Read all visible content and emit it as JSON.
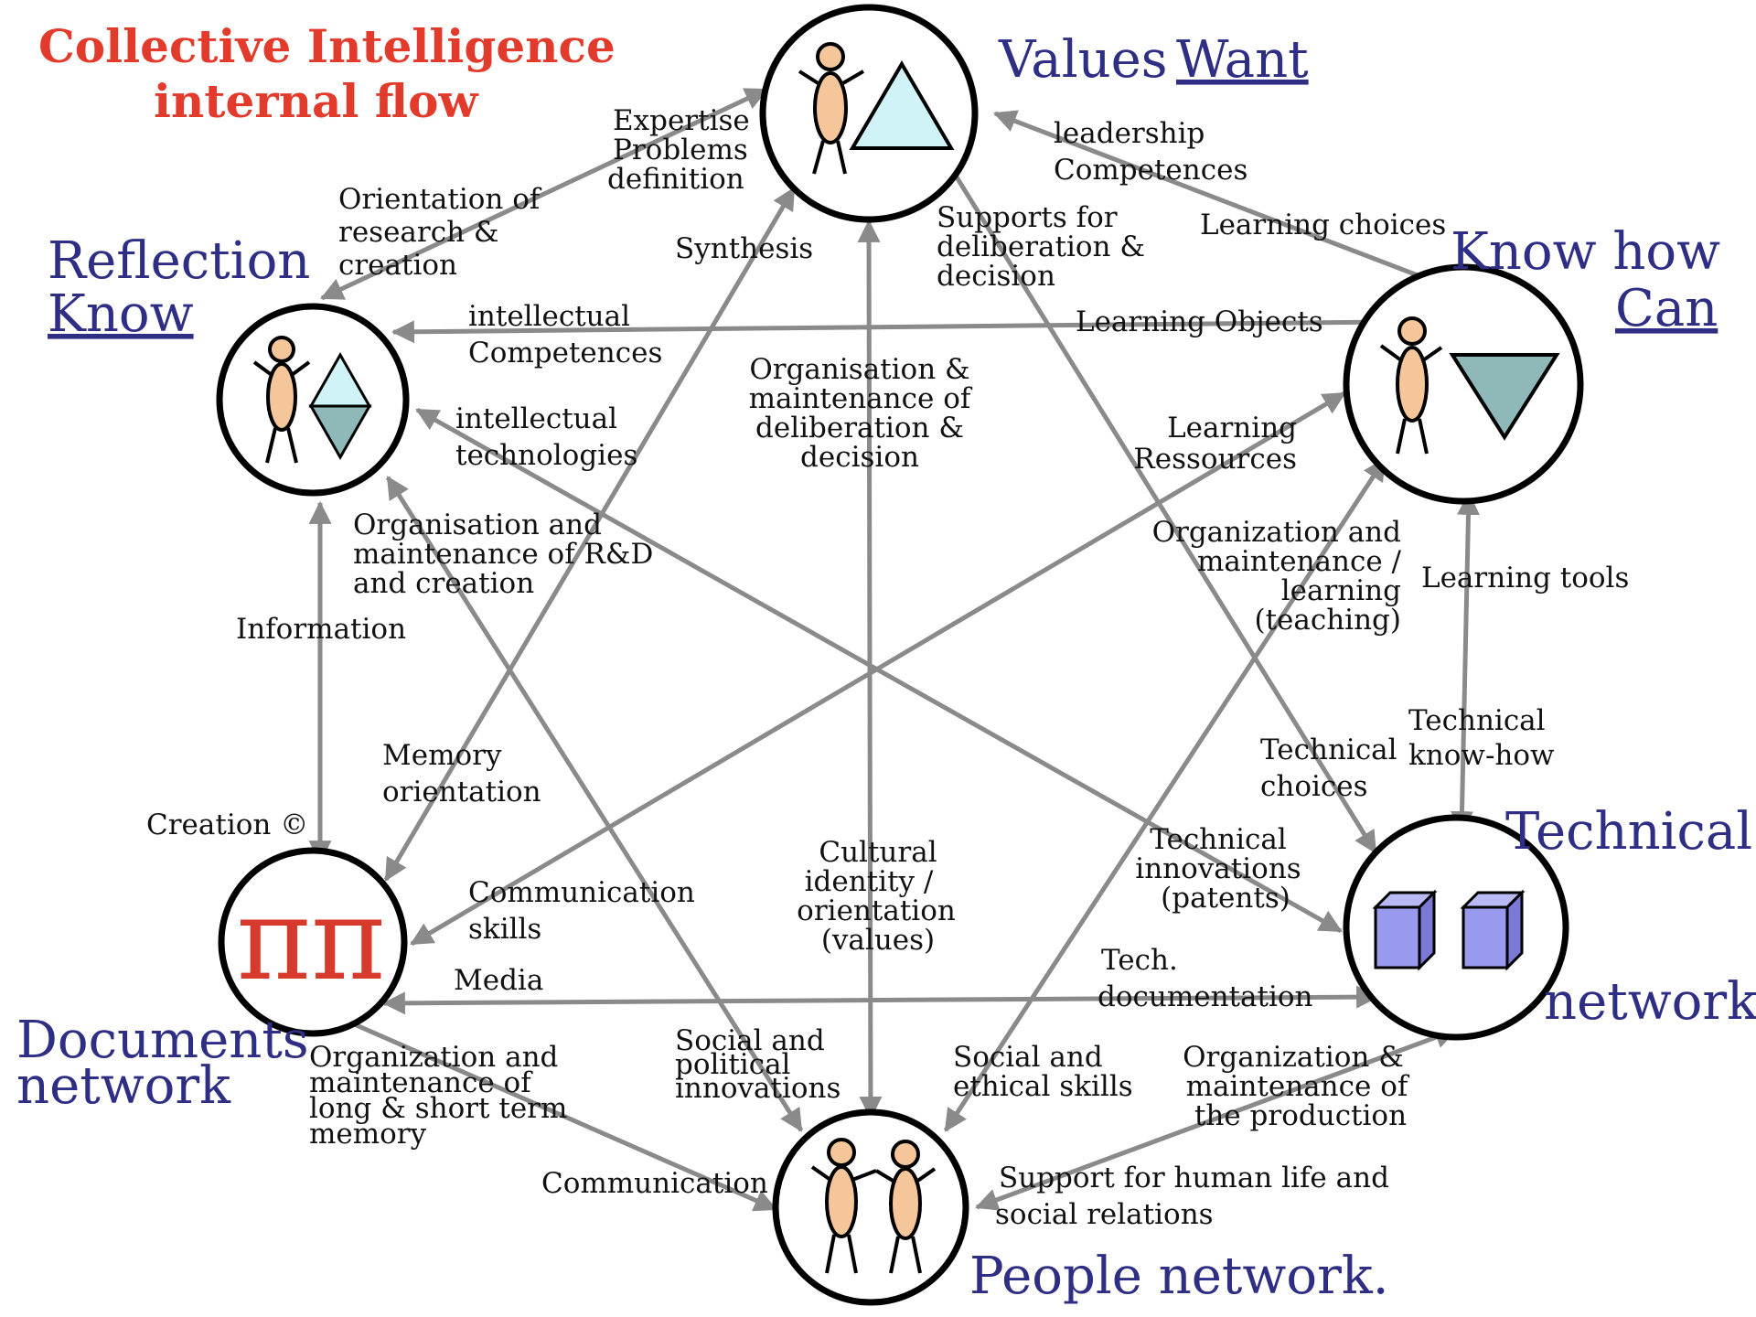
{
  "title": {
    "line1": "Collective Intelligence",
    "line2": "internal flow"
  },
  "colors": {
    "title": "#e23b2c",
    "node_names": "#2e2e85",
    "arrows": "#8a8a8a",
    "person_fill": "#f4c69a",
    "triangle_fill": "#cff3f6",
    "triangle_down_fill": "#8fb8b8",
    "pi": "#d63a2d",
    "cube": "#9999ee"
  },
  "nodes": {
    "values": {
      "name1": "Values",
      "name2": "Want",
      "icon": "person-with-triangle"
    },
    "knowhow": {
      "name1": "Know how",
      "name2": "Can",
      "icon": "person-with-inverted-triangle"
    },
    "reflection": {
      "name1": "Reflection",
      "name2": "Know",
      "icon": "person-with-diamond"
    },
    "documents": {
      "name1": "Documents",
      "name2": "network",
      "icon": "pi-symbols"
    },
    "technical": {
      "name1": "Technical",
      "name2": "network",
      "icon": "cubes"
    },
    "people": {
      "name": "People network.",
      "icon": "two-persons"
    }
  },
  "labels": {
    "expertise": [
      "Expertise",
      "Problems",
      "definition"
    ],
    "orientation": [
      "Orientation of",
      "research &",
      "creation"
    ],
    "leadership": [
      "leadership",
      "Competences"
    ],
    "learning_choices": "Learning choices",
    "supports": [
      "Supports  for",
      "deliberation &",
      "decision"
    ],
    "synthesis": "Synthesis",
    "intellectual_competences": [
      "intellectual",
      "Competences"
    ],
    "learning_objects": "Learning Objects",
    "org_deliberation": [
      "Organisation &",
      "maintenance of",
      "deliberation  &",
      "decision"
    ],
    "intellectual_technologies": [
      "intellectual",
      "technologies"
    ],
    "learning_ressources": [
      "Learning",
      "Ressources"
    ],
    "org_rd": [
      "Organisation and",
      "maintenance of R&D",
      "and creation"
    ],
    "org_learning": [
      "Organization and",
      "maintenance /",
      "learning",
      "(teaching)"
    ],
    "information": "Information",
    "learning_tools": "Learning tools",
    "memory_orientation": [
      "Memory",
      "orientation"
    ],
    "technical_choices": [
      "Technical",
      "choices"
    ],
    "technical_knowhow": [
      "Technical",
      "know-how"
    ],
    "creation": "Creation ©",
    "tech_innovations": [
      "Technical",
      "innovations",
      "(patents)"
    ],
    "cultural_identity": [
      "Cultural",
      "identity /",
      "orientation",
      "(values)"
    ],
    "communication_skills": [
      "Communication",
      "skills"
    ],
    "media": "Media",
    "tech_documentation": [
      "Tech.",
      "documentation"
    ],
    "org_memory": [
      "Organization and",
      "maintenance of",
      "long & short term",
      "memory"
    ],
    "social_political": [
      "Social and",
      "political",
      "innovations"
    ],
    "social_ethical": [
      "Social and",
      "ethical skills"
    ],
    "org_production": [
      "Organization &",
      "maintenance of",
      "the production"
    ],
    "communication": "Communication",
    "support_human": [
      "Support  for human life and",
      "social relations"
    ]
  }
}
